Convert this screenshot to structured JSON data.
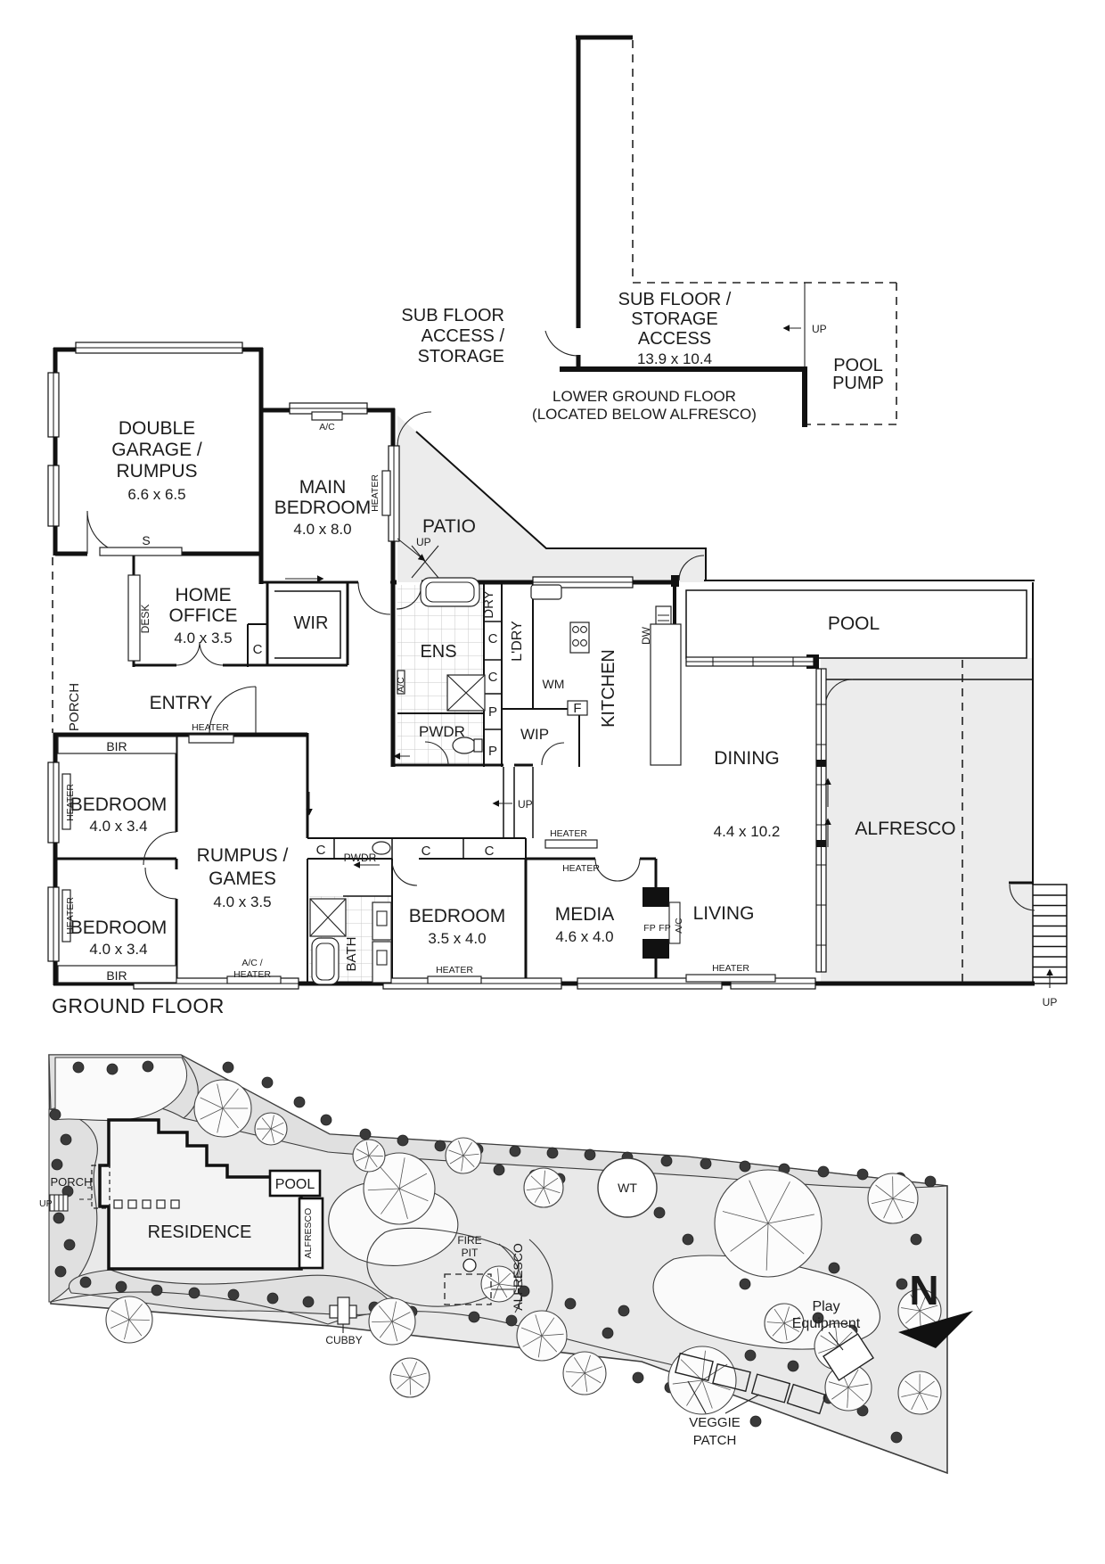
{
  "lower": {
    "access_line1": "SUB FLOOR",
    "access_line2": "ACCESS /",
    "access_line3": "STORAGE",
    "storage_line1": "SUB FLOOR /",
    "storage_line2": "STORAGE",
    "storage_line3": "ACCESS",
    "storage_dims": "13.9 x 10.4",
    "up": "UP",
    "pump_line1": "POOL",
    "pump_line2": "PUMP",
    "title": "LOWER GROUND FLOOR",
    "subtitle": "(LOCATED BELOW ALFRESCO)"
  },
  "ground": {
    "title": "GROUND FLOOR",
    "garage_l1": "DOUBLE",
    "garage_l2": "GARAGE /",
    "garage_l3": "RUMPUS",
    "garage_dims": "6.6 x 6.5",
    "main_l1": "MAIN",
    "main_l2": "BEDROOM",
    "main_dims": "4.0 x 8.0",
    "patio": "PATIO",
    "office_l1": "HOME",
    "office_l2": "OFFICE",
    "office_dims": "4.0 x 3.5",
    "wir": "WIR",
    "entry": "ENTRY",
    "porch": "PORCH",
    "ens": "ENS",
    "pwdr": "PWDR",
    "wip": "WIP",
    "ldry": "L'DRY",
    "dry": "DRY",
    "wm": "WM",
    "f": "F",
    "dw": "DW",
    "c": "C",
    "p": "P",
    "kitchen": "KITCHEN",
    "pool": "POOL",
    "dining": "DINING",
    "dining_dims": "4.4 x 10.2",
    "alfresco": "ALFRESCO",
    "living": "LIVING",
    "media": "MEDIA",
    "media_dims": "4.6 x 4.0",
    "rumpus_l1": "RUMPUS /",
    "rumpus_l2": "GAMES",
    "rumpus_dims": "4.0 x 3.5",
    "bedroom": "BEDROOM",
    "bed12_dims": "4.0 x 3.4",
    "bed3_dims": "3.5 x 4.0",
    "bath": "BATH",
    "bir": "BIR",
    "heater": "HEATER",
    "ac": "A/C",
    "ac_heater_l1": "A/C /",
    "ac_heater_l2": "HEATER",
    "fp": "FP",
    "s": "S",
    "desk": "DESK",
    "up": "UP"
  },
  "site": {
    "residence": "RESIDENCE",
    "porch": "PORCH",
    "up": "UP",
    "pool": "POOL",
    "alfresco": "ALFRESCO",
    "cubby": "CUBBY",
    "fire_l1": "FIRE",
    "fire_l2": "PIT",
    "wt": "WT",
    "play_l1": "Play",
    "play_l2": "Equipment",
    "veggie_l1": "VEGGIE",
    "veggie_l2": "PATCH",
    "north": "N"
  }
}
